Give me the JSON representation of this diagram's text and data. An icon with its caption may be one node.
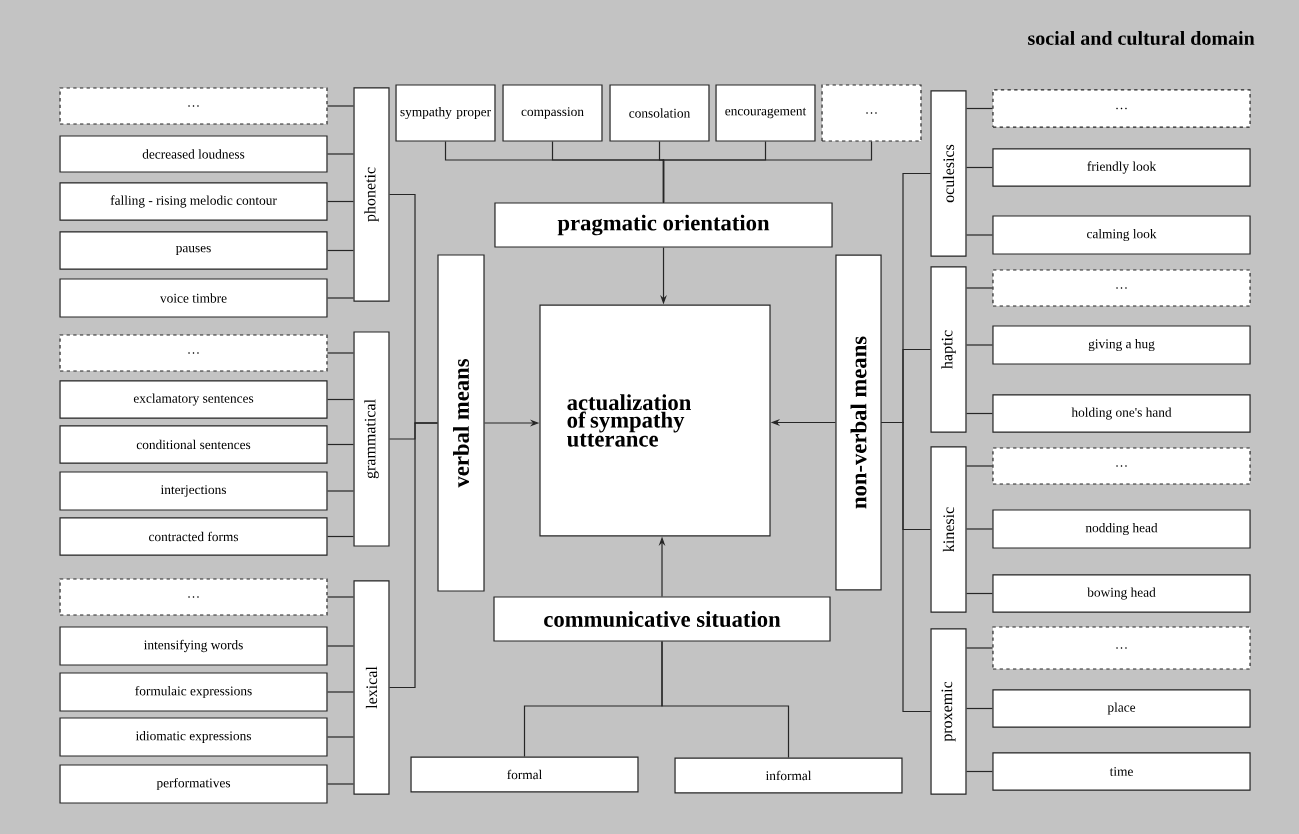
{
  "diagram": {
    "nodes": [
      {
        "text": [
          "actualization of sympathy utterance"
        ]
      },
      {
        "text": [
          "pragmatic orientation"
        ]
      },
      {
        "text": [
          "communicative situation"
        ]
      },
      {
        "text": [
          "verbal means"
        ]
      },
      {
        "text": [
          "non-verbal means"
        ]
      },
      {
        "text": [
          "phonetic"
        ]
      },
      {
        "text": [
          "grammatical"
        ]
      },
      {
        "text": [
          "lexical"
        ]
      },
      {
        "text": [
          "…"
        ]
      },
      {
        "text": [
          "decreased loudness"
        ]
      },
      {
        "text": [
          "falling - rising melodic contour"
        ]
      },
      {
        "text": [
          "pauses"
        ]
      },
      {
        "text": [
          "voice timbre"
        ]
      },
      {
        "text": [
          "…"
        ]
      },
      {
        "text": [
          "exclamatory sentences"
        ]
      },
      {
        "text": [
          "conditional sentences"
        ]
      },
      {
        "text": [
          "interjections"
        ]
      },
      {
        "text": [
          "contracted forms"
        ]
      },
      {
        "text": [
          "…"
        ]
      },
      {
        "text": [
          "intensifying words"
        ]
      },
      {
        "text": [
          "formulaic expressions"
        ]
      },
      {
        "text": [
          "idiomatic expressions"
        ]
      },
      {
        "text": [
          "performatives"
        ]
      },
      {
        "text": [
          "oculesics"
        ]
      },
      {
        "text": [
          "haptic"
        ]
      },
      {
        "text": [
          "kinesic"
        ]
      },
      {
        "text": [
          "proxemic"
        ]
      },
      {
        "text": [
          "…"
        ]
      },
      {
        "text": [
          "friendly look"
        ]
      },
      {
        "text": [
          "calming look"
        ]
      },
      {
        "text": [
          "…"
        ]
      },
      {
        "text": [
          "giving a hug"
        ]
      },
      {
        "text": [
          "holding one's hand"
        ]
      },
      {
        "text": [
          "…"
        ]
      },
      {
        "text": [
          "nodding head"
        ]
      },
      {
        "text": [
          "bowing head"
        ]
      },
      {
        "text": [
          "…"
        ]
      },
      {
        "text": [
          "place"
        ]
      },
      {
        "text": [
          "time"
        ]
      },
      {
        "text": [
          "sympathy proper"
        ]
      },
      {
        "text": [
          "compassion"
        ]
      },
      {
        "text": [
          "consolation"
        ]
      },
      {
        "text": [
          "encouragement"
        ]
      },
      {
        "text": [
          "…"
        ]
      },
      {
        "text": [
          "formal"
        ]
      },
      {
        "text": [
          "informal"
        ]
      }
    ],
    "edges": [
      {
        "from": 8,
        "to": 5,
        "arrow": "none"
      },
      {
        "from": 9,
        "to": 5,
        "arrow": "none"
      },
      {
        "from": 10,
        "to": 5,
        "arrow": "none"
      },
      {
        "from": 11,
        "to": 5,
        "arrow": "none"
      },
      {
        "from": 12,
        "to": 5,
        "arrow": "none"
      },
      {
        "from": 13,
        "to": 6,
        "arrow": "none"
      },
      {
        "from": 14,
        "to": 6,
        "arrow": "none"
      },
      {
        "from": 15,
        "to": 6,
        "arrow": "none"
      },
      {
        "from": 16,
        "to": 6,
        "arrow": "none"
      },
      {
        "from": 17,
        "to": 6,
        "arrow": "none"
      },
      {
        "from": 18,
        "to": 7,
        "arrow": "none"
      },
      {
        "from": 19,
        "to": 7,
        "arrow": "none"
      },
      {
        "from": 20,
        "to": 7,
        "arrow": "none"
      },
      {
        "from": 21,
        "to": 7,
        "arrow": "none"
      },
      {
        "from": 22,
        "to": 7,
        "arrow": "none"
      },
      {
        "from": 5,
        "to": 3,
        "arrow": "none"
      },
      {
        "from": 6,
        "to": 3,
        "arrow": "none"
      },
      {
        "from": 7,
        "to": 3,
        "arrow": "none"
      },
      {
        "from": 3,
        "to": 0,
        "arrow": "to"
      },
      {
        "from": 27,
        "to": 23,
        "arrow": "none"
      },
      {
        "from": 28,
        "to": 23,
        "arrow": "none"
      },
      {
        "from": 29,
        "to": 23,
        "arrow": "none"
      },
      {
        "from": 30,
        "to": 24,
        "arrow": "none"
      },
      {
        "from": 31,
        "to": 24,
        "arrow": "none"
      },
      {
        "from": 32,
        "to": 24,
        "arrow": "none"
      },
      {
        "from": 33,
        "to": 25,
        "arrow": "none"
      },
      {
        "from": 34,
        "to": 25,
        "arrow": "none"
      },
      {
        "from": 35,
        "to": 25,
        "arrow": "none"
      },
      {
        "from": 36,
        "to": 26,
        "arrow": "none"
      },
      {
        "from": 37,
        "to": 26,
        "arrow": "none"
      },
      {
        "from": 38,
        "to": 26,
        "arrow": "none"
      },
      {
        "from": 23,
        "to": 4,
        "arrow": "none"
      },
      {
        "from": 24,
        "to": 4,
        "arrow": "none"
      },
      {
        "from": 25,
        "to": 4,
        "arrow": "none"
      },
      {
        "from": 26,
        "to": 4,
        "arrow": "none"
      },
      {
        "from": 4,
        "to": 0,
        "arrow": "to"
      },
      {
        "from": 39,
        "to": 1,
        "arrow": "none"
      },
      {
        "from": 40,
        "to": 1,
        "arrow": "none"
      },
      {
        "from": 41,
        "to": 1,
        "arrow": "none"
      },
      {
        "from": 42,
        "to": 1,
        "arrow": "none"
      },
      {
        "from": 43,
        "to": 1,
        "arrow": "none"
      },
      {
        "from": 1,
        "to": 0,
        "arrow": "to"
      },
      {
        "from": 2,
        "to": 0,
        "arrow": "to"
      },
      {
        "from": 44,
        "to": 2,
        "arrow": "none"
      },
      {
        "from": 45,
        "to": 2,
        "arrow": "none"
      }
    ],
    "labels": [
      "social and cultural domain"
    ]
  }
}
